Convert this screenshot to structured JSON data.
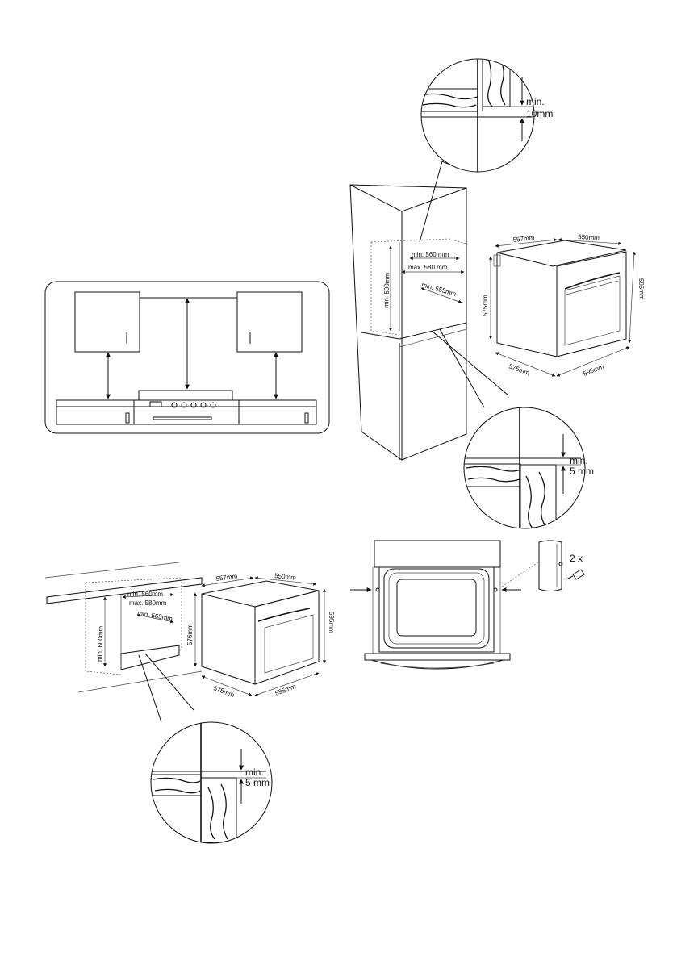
{
  "tall_cabinet": {
    "zoom_top": {
      "min_label": "min.",
      "value_label": "10mm"
    },
    "cavity": {
      "min_width": "min. 560 mm",
      "max_width": "max. 580 mm",
      "min_height": "min. 590mm",
      "min_depth": "min. 555mm"
    },
    "zoom_bottom": {
      "min_label": "min.",
      "value_label": "5 mm"
    }
  },
  "oven_top": {
    "depth_top": "557mm",
    "width_top": "550mm",
    "height_left": "575mm",
    "height_right": "595mm",
    "depth_bottom": "575mm",
    "width_bottom": "595mm"
  },
  "under_counter": {
    "cavity": {
      "min_width": "min. 560mm",
      "max_width": "max. 580mm",
      "min_depth": "min. 565mm",
      "min_height": "min. 600mm"
    },
    "zoom": {
      "min_label": "min.",
      "value_label": "5 mm"
    }
  },
  "oven_bottom": {
    "depth_top": "557mm",
    "width_top": "550mm",
    "height_left": "576mm",
    "height_right": "595mm",
    "depth_bottom": "575mm",
    "width_bottom": "595mm"
  },
  "fixing": {
    "count_label": "2 x"
  }
}
